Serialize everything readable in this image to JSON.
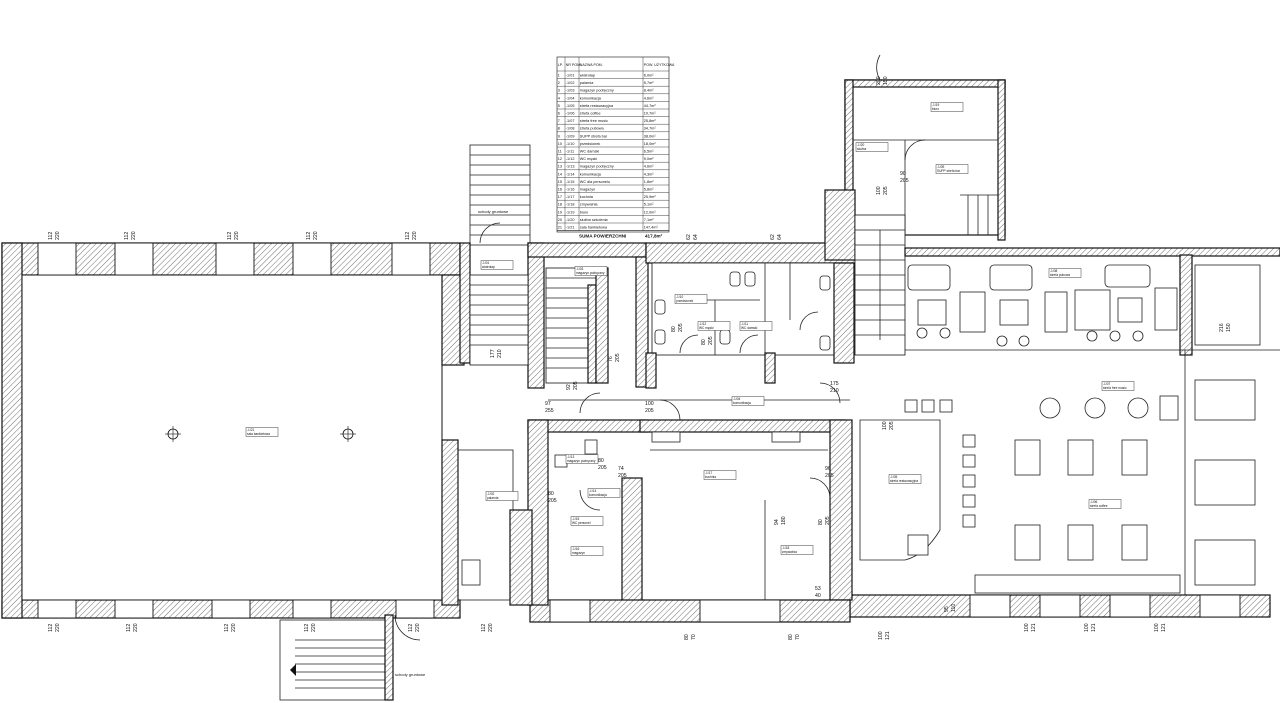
{
  "room_table": {
    "headers": [
      "LP.",
      "NR POM.",
      "NAZWA POM.",
      "POW. UŻYTKOWA"
    ],
    "rows": [
      [
        "1",
        "-1/01",
        "wiatrołap",
        "6,0m²"
      ],
      [
        "2",
        "-1/02",
        "palarnia",
        "5,7m²"
      ],
      [
        "3",
        "-1/03",
        "magazyn podręczny",
        "8,4m²"
      ],
      [
        "4",
        "-1/04",
        "komunikacja",
        "4,6m²"
      ],
      [
        "5",
        "-1/05",
        "strefa restauracyjna",
        "44,7m²"
      ],
      [
        "6",
        "-1/06",
        "strefa coffee",
        "10,7m²"
      ],
      [
        "7",
        "-1/07",
        "strefa free music",
        "25,8m²"
      ],
      [
        "8",
        "-1/08",
        "strefa pubowa",
        "34,7m²"
      ],
      [
        "9",
        "-1/09",
        "SUPP strefa bar",
        "38,0m²"
      ],
      [
        "10",
        "-1/10",
        "przedsionek",
        "18,0m²"
      ],
      [
        "11",
        "-1/11",
        "WC damski",
        "6,5m²"
      ],
      [
        "12",
        "-1/12",
        "WC męski",
        "9,0m²"
      ],
      [
        "13",
        "-1/13",
        "magazyn podręczny",
        "4,6m²"
      ],
      [
        "14",
        "-1/14",
        "komunikacja",
        "4,3m²"
      ],
      [
        "15",
        "-1/15",
        "WC dla personelu",
        "1,8m²"
      ],
      [
        "16",
        "-1/16",
        "magazyn",
        "5,8m²"
      ],
      [
        "17",
        "-1/17",
        "kuchnia",
        "25,9m²"
      ],
      [
        "18",
        "-1/18",
        "zmywalnia",
        "5,1m²"
      ],
      [
        "19",
        "-1/19",
        "biuro",
        "12,0m²"
      ],
      [
        "20",
        "-1/20",
        "służba szkolenia",
        "7,1m²"
      ],
      [
        "21",
        "-1/21",
        "sala bankietowa",
        "147,4m²"
      ]
    ],
    "sum_label": "SUMA POWIERZCHNI",
    "sum_value": "417,8m²"
  },
  "window_dims": {
    "top": [
      "112",
      "220"
    ],
    "top_right": [
      "62",
      "64"
    ],
    "bottom": [
      "112",
      "220"
    ],
    "bottom_mid": [
      "80",
      "70"
    ],
    "bottom_right": [
      "100",
      "121"
    ],
    "right_side": [
      "95",
      "110"
    ]
  },
  "door_dims": [
    [
      "97",
      "255"
    ],
    [
      "177",
      "210"
    ],
    [
      "92",
      "205"
    ],
    [
      "76",
      "205"
    ],
    [
      "100",
      "205"
    ],
    [
      "80",
      "205"
    ],
    [
      "74",
      "205"
    ],
    [
      "175",
      "210"
    ],
    [
      "80",
      "205"
    ],
    [
      "96",
      "205"
    ],
    [
      "80",
      "205"
    ],
    [
      "94",
      "180"
    ],
    [
      "80",
      "205"
    ],
    [
      "53",
      "40"
    ],
    [
      "80",
      "205"
    ],
    [
      "100",
      "205"
    ],
    [
      "200",
      "150"
    ],
    [
      "90",
      "205"
    ],
    [
      "216",
      "150"
    ],
    [
      "100",
      "205"
    ]
  ],
  "labels": {
    "stairs_top": "schody gruntowe",
    "stairs_bottom": "schody gruntowe"
  },
  "room_tags": [
    [
      "-1/21",
      "sala bankietowa"
    ],
    [
      "-1/01",
      "wiatrołap"
    ],
    [
      "-1/02",
      "palarnia"
    ],
    [
      "-1/03",
      "magazyn podręczny"
    ],
    [
      "-1/04",
      "komunikacja"
    ],
    [
      "-1/10",
      "przedsionek"
    ],
    [
      "-1/11",
      "WC damski"
    ],
    [
      "-1/12",
      "WC męski"
    ],
    [
      "-1/13",
      "magazyn podręczny"
    ],
    [
      "-1/14",
      "komunikacja"
    ],
    [
      "-1/15",
      "WC personel"
    ],
    [
      "-1/16",
      "magazyn"
    ],
    [
      "-1/17",
      "kuchnia"
    ],
    [
      "-1/18",
      "zmywalnia"
    ],
    [
      "-1/19",
      "biuro"
    ],
    [
      "-1/20",
      "służba"
    ],
    [
      "-1/09",
      "SUPP strefa bar"
    ],
    [
      "-1/05",
      "strefa restauracyjna"
    ],
    [
      "-1/06",
      "strefa coffee"
    ],
    [
      "-1/07",
      "strefa free music"
    ],
    [
      "-1/08",
      "strefa pubowa"
    ]
  ]
}
